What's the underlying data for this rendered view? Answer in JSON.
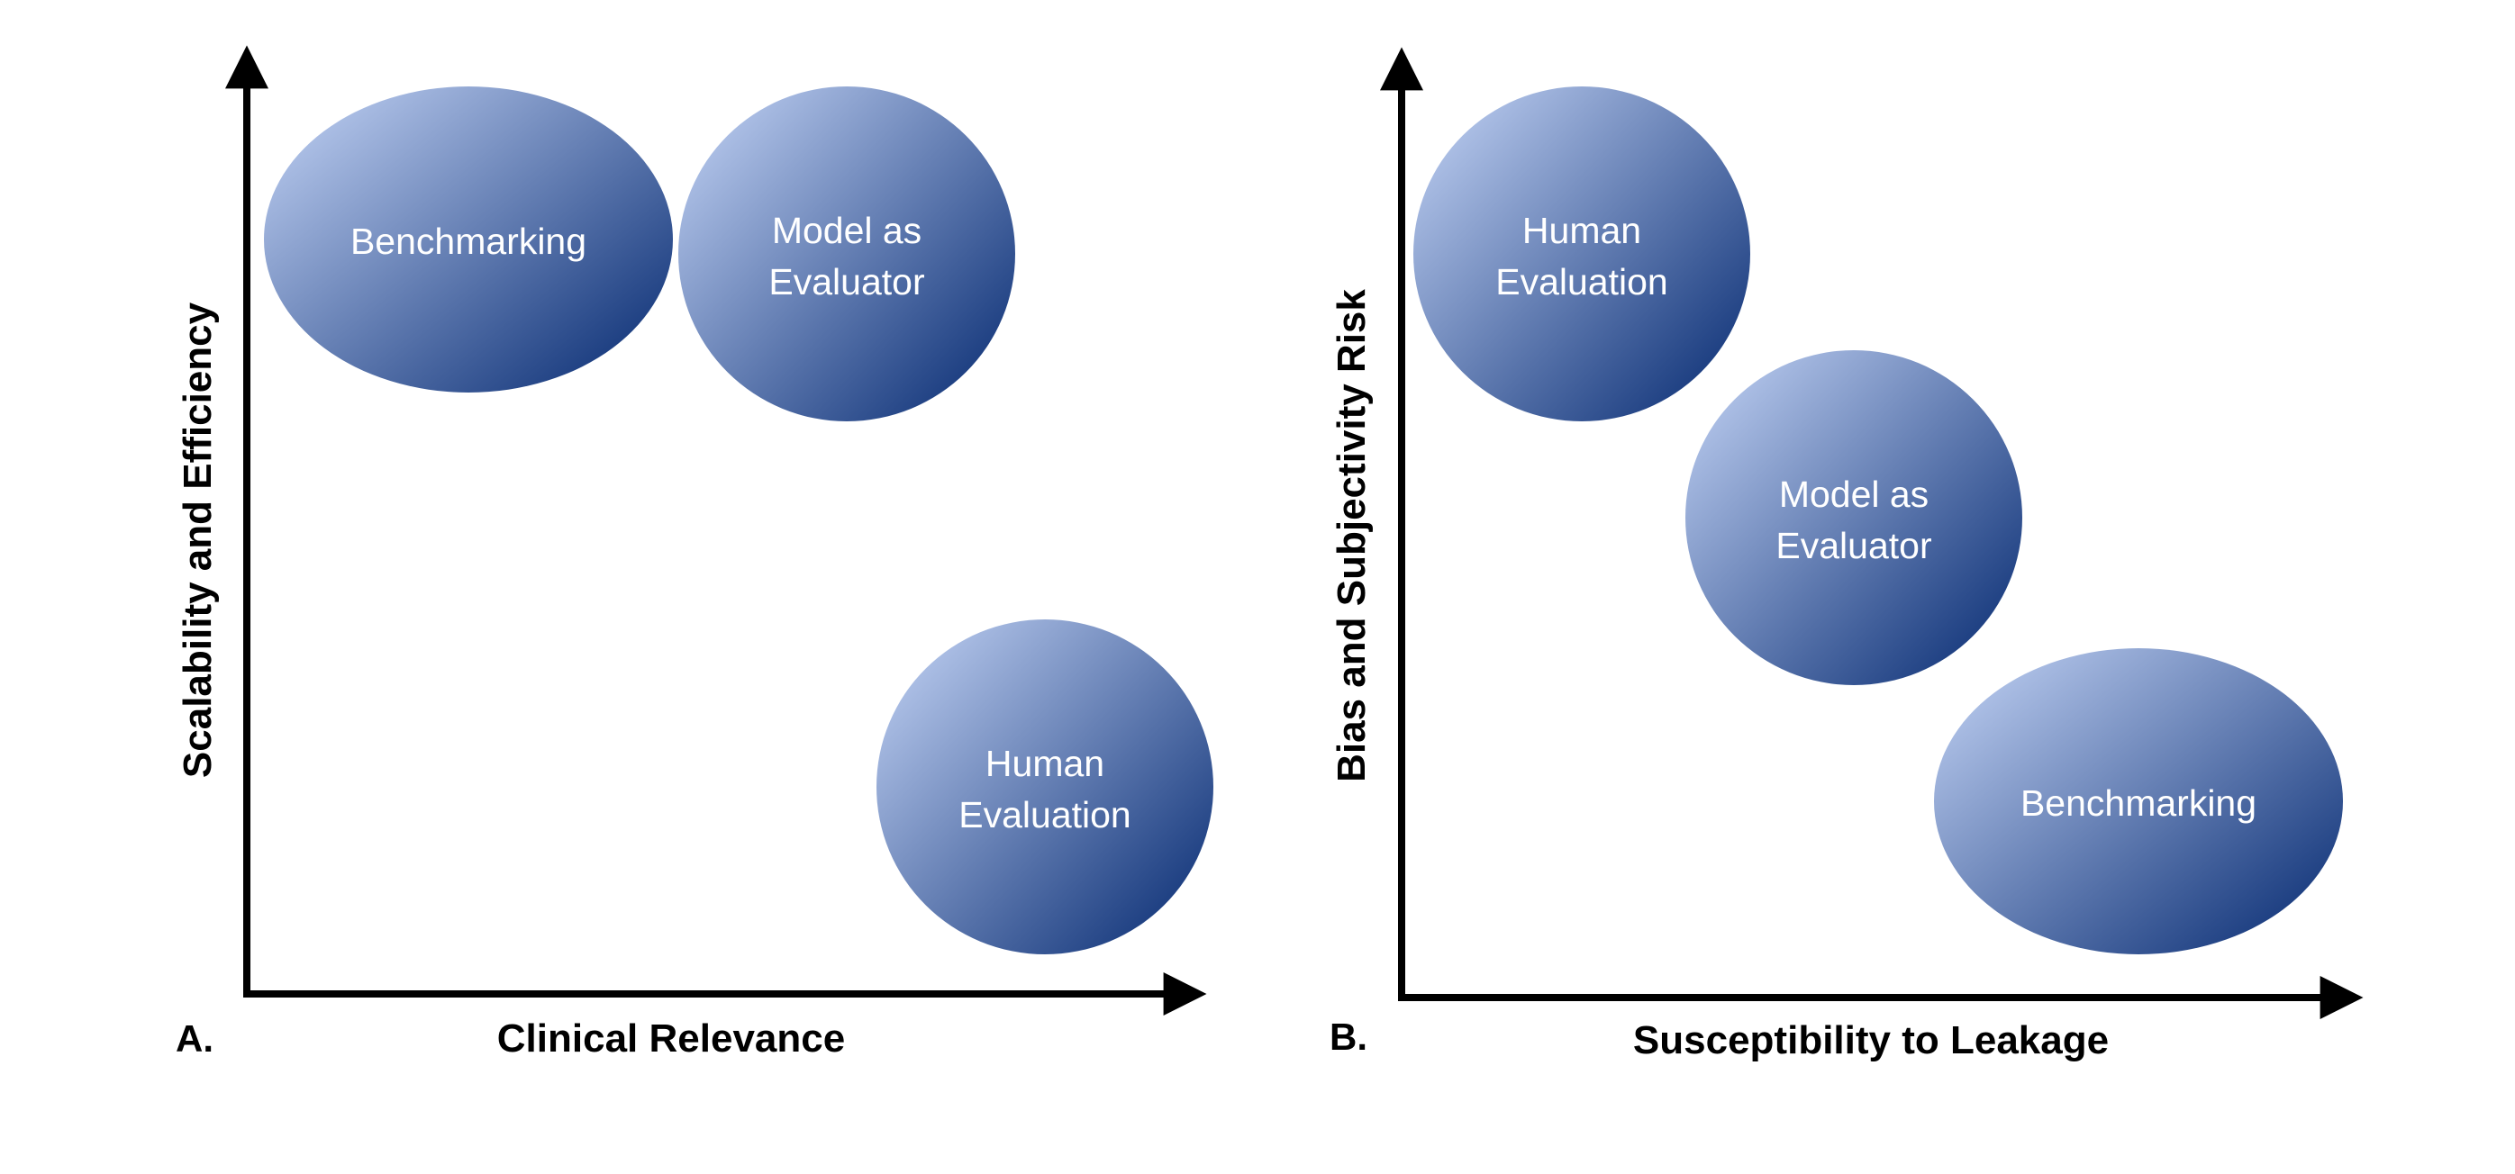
{
  "colors": {
    "bubble_light": "#b3c5ea",
    "bubble_dark": "#1b3d80",
    "bubble_text": "#ffffff",
    "axis": "#000000"
  },
  "panels": [
    {
      "letter": "A.",
      "x_axis_label": "Clinical Relevance",
      "y_axis_label": "Scalability and Efficiency",
      "bubbles": [
        {
          "lines": [
            "Benchmarking"
          ]
        },
        {
          "lines": [
            "Model as",
            "Evaluator"
          ]
        },
        {
          "lines": [
            "Human",
            "Evaluation"
          ]
        }
      ]
    },
    {
      "letter": "B.",
      "x_axis_label": "Susceptibility to Leakage",
      "y_axis_label": "Bias and Subjectivity Risk",
      "bubbles": [
        {
          "lines": [
            "Human",
            "Evaluation"
          ]
        },
        {
          "lines": [
            "Model as",
            "Evaluator"
          ]
        },
        {
          "lines": [
            "Benchmarking"
          ]
        }
      ]
    }
  ]
}
